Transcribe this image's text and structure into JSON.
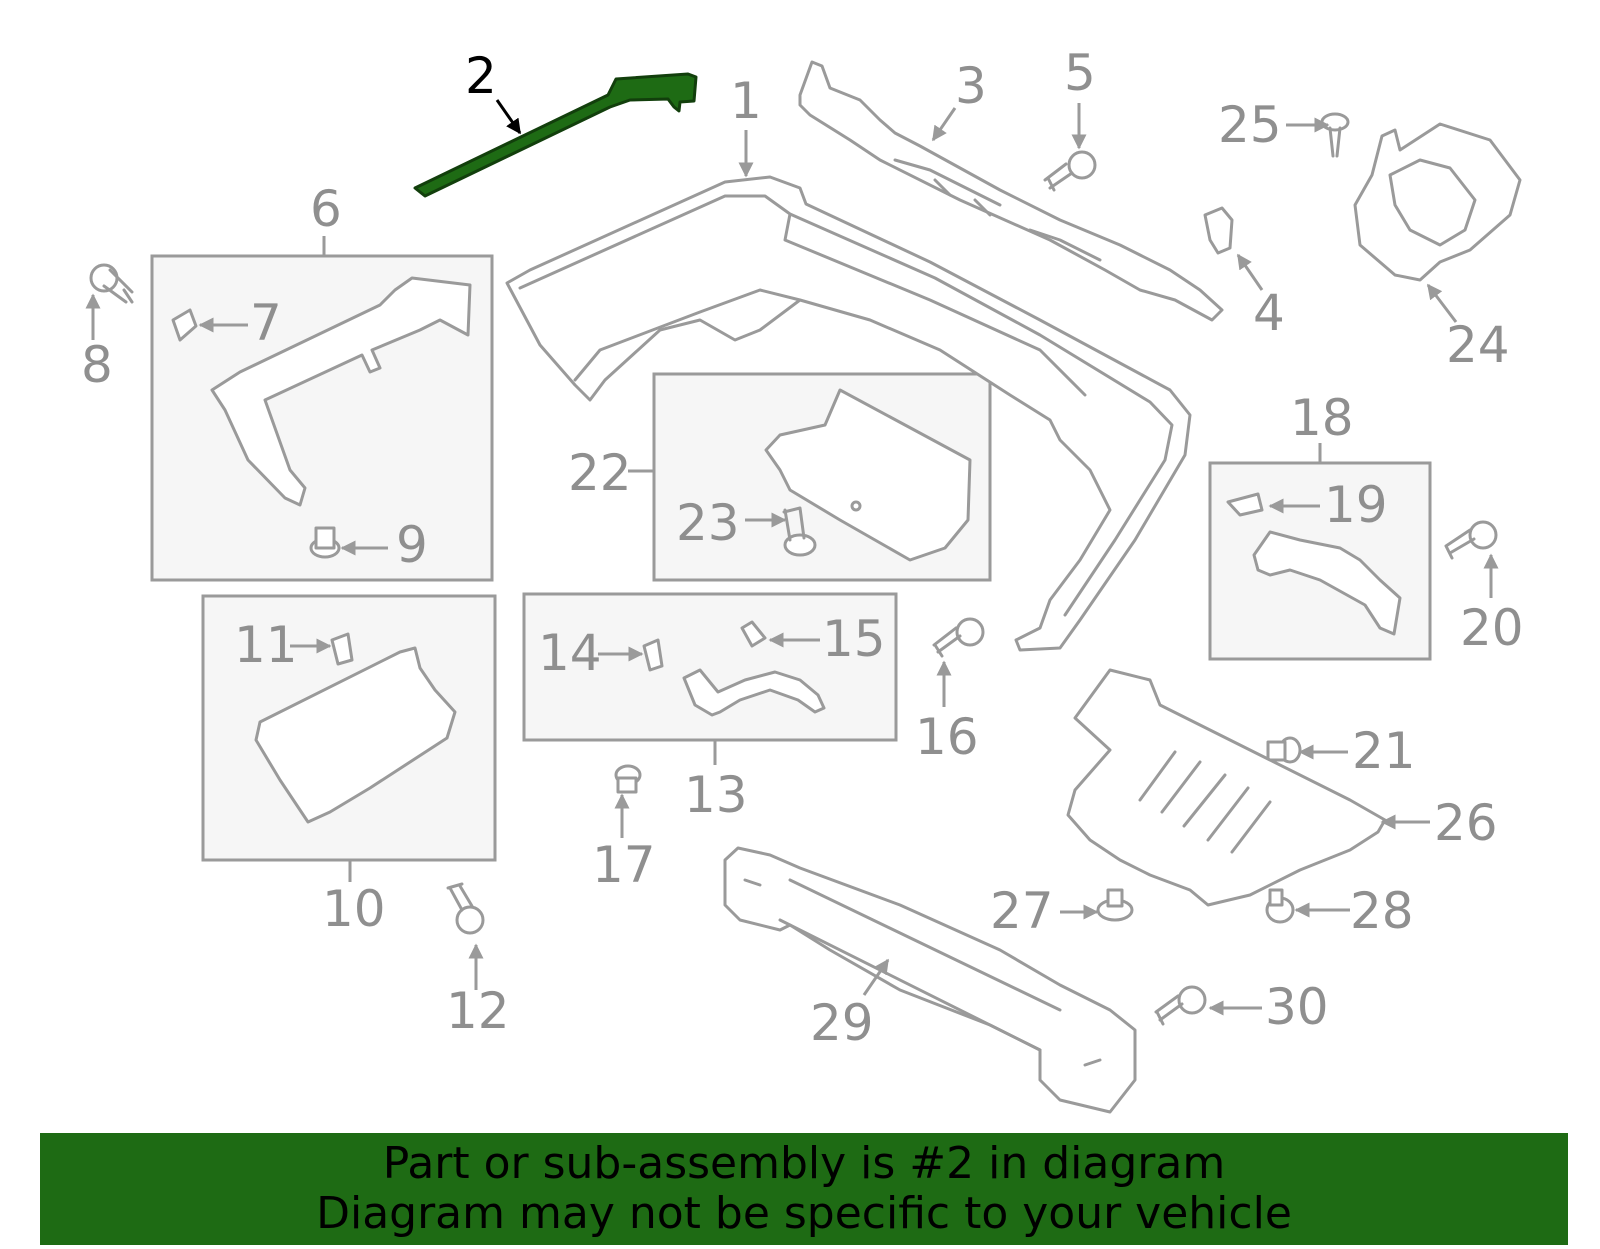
{
  "diagram": {
    "highlight_color": "#1e6b14",
    "callouts": [
      {
        "id": "1",
        "label": "1"
      },
      {
        "id": "2",
        "label": "2",
        "highlighted": true
      },
      {
        "id": "3",
        "label": "3"
      },
      {
        "id": "4",
        "label": "4"
      },
      {
        "id": "5",
        "label": "5"
      },
      {
        "id": "6",
        "label": "6"
      },
      {
        "id": "7",
        "label": "7"
      },
      {
        "id": "8",
        "label": "8"
      },
      {
        "id": "9",
        "label": "9"
      },
      {
        "id": "10",
        "label": "10"
      },
      {
        "id": "11",
        "label": "11"
      },
      {
        "id": "12",
        "label": "12"
      },
      {
        "id": "13",
        "label": "13"
      },
      {
        "id": "14",
        "label": "14"
      },
      {
        "id": "15",
        "label": "15"
      },
      {
        "id": "16",
        "label": "16"
      },
      {
        "id": "17",
        "label": "17"
      },
      {
        "id": "18",
        "label": "18"
      },
      {
        "id": "19",
        "label": "19"
      },
      {
        "id": "20",
        "label": "20"
      },
      {
        "id": "21",
        "label": "21"
      },
      {
        "id": "22",
        "label": "22"
      },
      {
        "id": "23",
        "label": "23"
      },
      {
        "id": "24",
        "label": "24"
      },
      {
        "id": "25",
        "label": "25"
      },
      {
        "id": "26",
        "label": "26"
      },
      {
        "id": "27",
        "label": "27"
      },
      {
        "id": "28",
        "label": "28"
      },
      {
        "id": "29",
        "label": "29"
      },
      {
        "id": "30",
        "label": "30"
      }
    ]
  },
  "banner": {
    "line1": "Part or sub-assembly is #2 in diagram",
    "line2": "Diagram may not be specific to your vehicle",
    "background_color": "#1e6b14"
  }
}
